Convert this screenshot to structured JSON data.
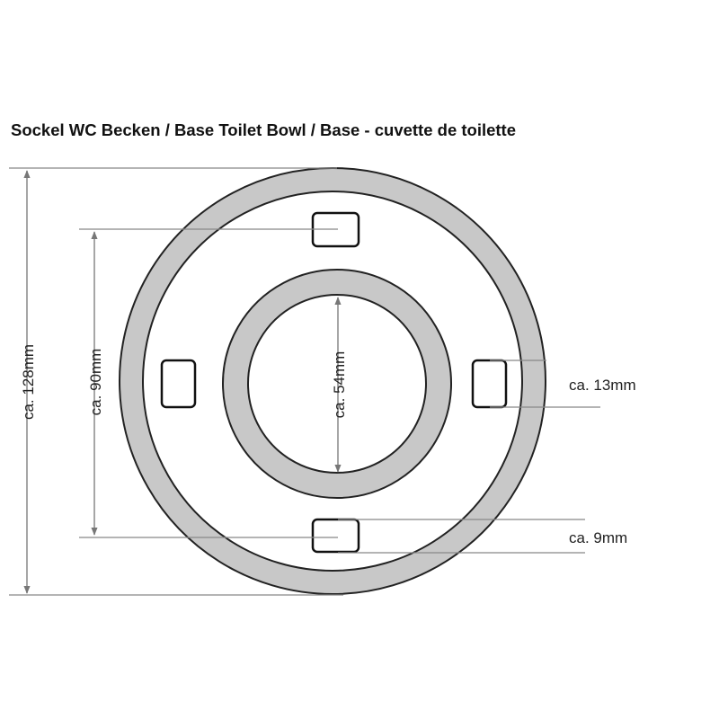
{
  "title": "Sockel WC Becken / Base Toilet Bowl / Base - cuvette de toilette",
  "dimensions": {
    "outer_diameter": "ca. 128mm",
    "hole_circle": "ca. 90mm",
    "inner_diameter": "ca. 54mm",
    "slot_length": "ca. 13mm",
    "slot_width": "ca. 9mm"
  },
  "colors": {
    "ring_fill": "#c8c8c8",
    "stroke": "#222222",
    "dimension_line": "#888888",
    "slot_stroke": "#111111"
  }
}
